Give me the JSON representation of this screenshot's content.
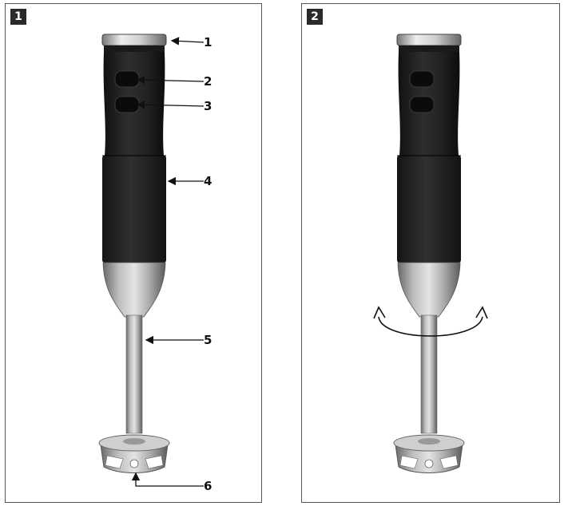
{
  "panels": [
    {
      "number": "1"
    },
    {
      "number": "2"
    }
  ],
  "callouts": [
    "1",
    "2",
    "3",
    "4",
    "5",
    "6"
  ],
  "colors": {
    "body_dark": "#1f1f1f",
    "grip": "#262626",
    "steel_light": "#d9d9d9",
    "steel_mid": "#9a9a9a",
    "steel_dark": "#5e5e5e",
    "border": "#555555"
  }
}
